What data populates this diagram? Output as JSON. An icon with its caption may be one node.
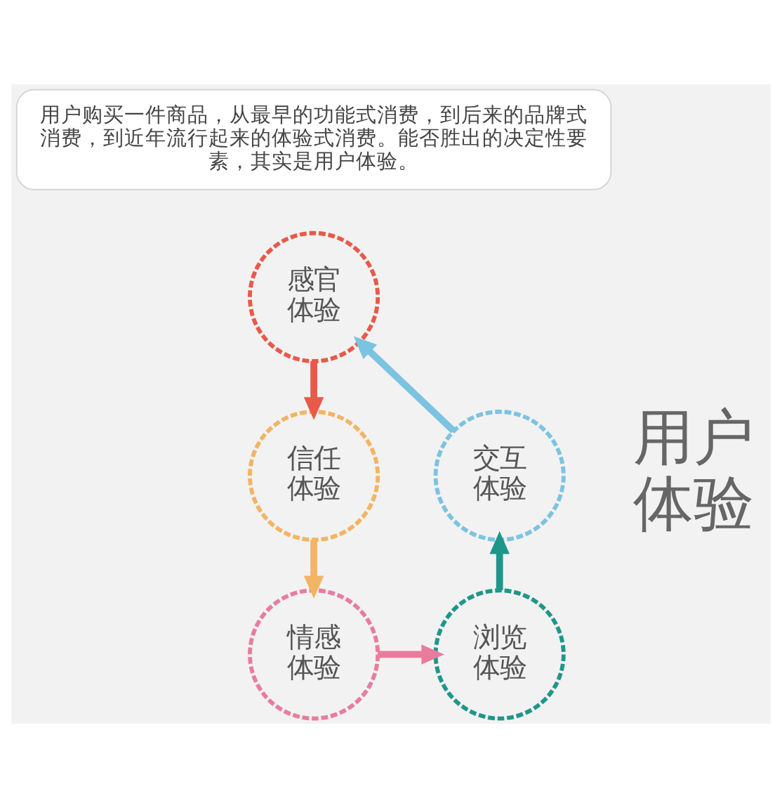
{
  "diagram": {
    "nodes": [
      {
        "text": [
          "用户购买一件商品，从最早的功能式消费，到后来的品牌式消费，到近年流行起来的体验式消费。能否胜出的决定性要素，其实是用户体验。"
        ]
      },
      {
        "text": [
          "感官体验"
        ]
      },
      {
        "text": [
          "信任体验"
        ]
      },
      {
        "text": [
          "交互体验"
        ]
      },
      {
        "text": [
          "情感体验"
        ]
      },
      {
        "text": [
          "浏览体验"
        ]
      }
    ],
    "edges": [
      {
        "from": 1,
        "to": 2,
        "arrow": "to",
        "color": "#e8594a"
      },
      {
        "from": 2,
        "to": 4,
        "arrow": "to",
        "color": "#f3b463"
      },
      {
        "from": 4,
        "to": 5,
        "arrow": "to",
        "color": "#e97c9c"
      },
      {
        "from": 5,
        "to": 3,
        "arrow": "to",
        "color": "#1f968a"
      },
      {
        "from": 3,
        "to": 1,
        "arrow": "to",
        "color": "#7cc3e1"
      }
    ],
    "labels": [
      "用户体验"
    ]
  }
}
